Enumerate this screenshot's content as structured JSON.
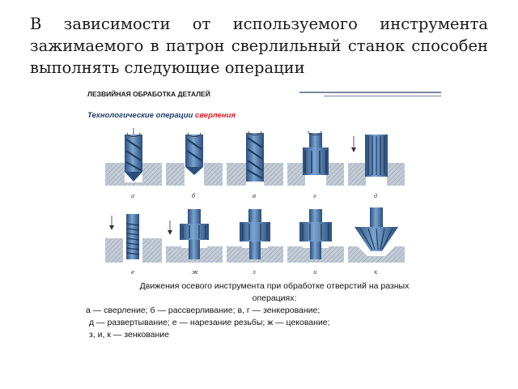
{
  "slide": {
    "title": "В зависимости от используемого инструмента зажимаемого в патрон сверлильный станок способен выполнять следующие операции"
  },
  "figure": {
    "heading": "ЛЕЗВИЙНАЯ ОБРАБОТКА ДЕТАЛЕЙ",
    "subheading_prefix": "Технологические операции",
    "subheading_accent": "сверления",
    "row1_labels": [
      "а",
      "б",
      "в",
      "г",
      "д"
    ],
    "row2_labels": [
      "е",
      "ж",
      "з",
      "и",
      "к"
    ],
    "caption": {
      "line1": "Движения осевого инструмента при обработке отверстий на разных",
      "line2": "операциях:",
      "line3": "а — сверление; б — рассверливание; в, г — зенкерование;",
      "line4": "д — развертывание; е — нарезание резьбы; ж — цекование;",
      "line5": "з, и, к — зенкование"
    },
    "colors": {
      "tool_fill": "#5d86b8",
      "tool_dark": "#2c4f7a",
      "workpiece": "#b9c3cf",
      "accent_red": "#d21f2a"
    }
  }
}
